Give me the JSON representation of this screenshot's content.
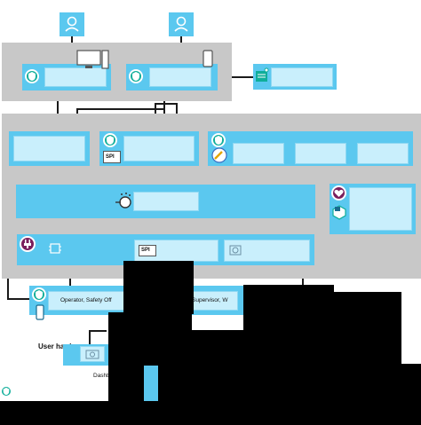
{
  "labels": {
    "operator_row": "Operator, Safety Off",
    "supervisor_row": "Supervisor, W",
    "user_hardware": "User hardware",
    "dashboard": "Dashb",
    "spi_chip_1": "SPI",
    "spi_chip_2": "SPI"
  },
  "colors": {
    "panel": "#c8c8c8",
    "node_blue": "#5bc8ef",
    "node_pale": "#c9effc",
    "badge": "#0fae9a",
    "badge_purple": "#7a1f5c",
    "lines": "#1a1a1a",
    "redaction": "#000000"
  },
  "icons": [
    "user-icon",
    "monitor-icon",
    "phone-icon",
    "shield-icon",
    "message-icon",
    "chip-icon",
    "gauge-icon",
    "wrench-icon",
    "plug-icon",
    "heart-icon",
    "cube-icon",
    "camera-icon"
  ]
}
